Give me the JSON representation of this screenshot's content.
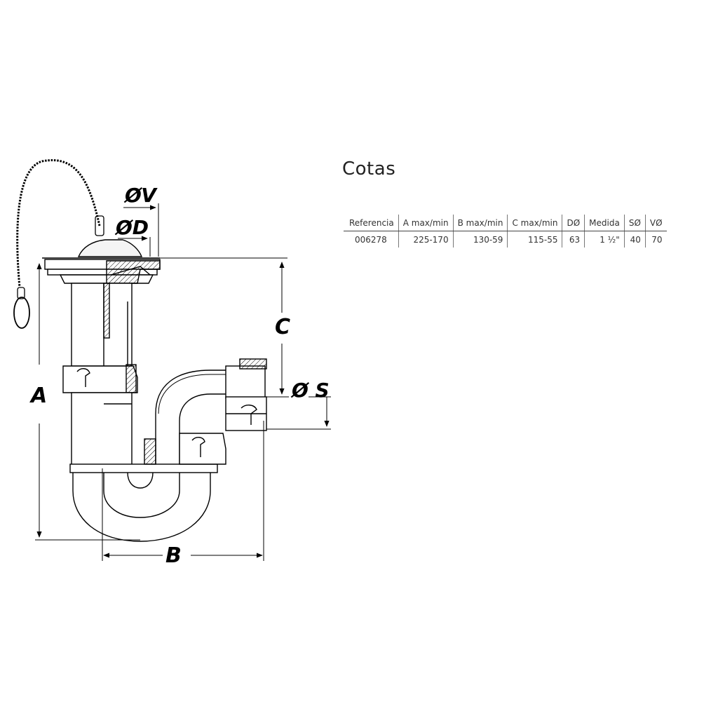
{
  "labels": {
    "dim_v": "ØV",
    "dim_d": "ØD",
    "dim_a": "A",
    "dim_b": "B",
    "dim_c": "C",
    "dim_s": "Ø S"
  },
  "title": "Cotas",
  "table": {
    "headers": [
      "Referencia",
      "A max/min",
      "B max/min",
      "C max/min",
      "DØ",
      "Medida",
      "SØ",
      "VØ"
    ],
    "rows": [
      [
        "006278",
        "225-170",
        "130-59",
        "115-55",
        "63",
        "1 ½\"",
        "40",
        "70"
      ]
    ]
  }
}
